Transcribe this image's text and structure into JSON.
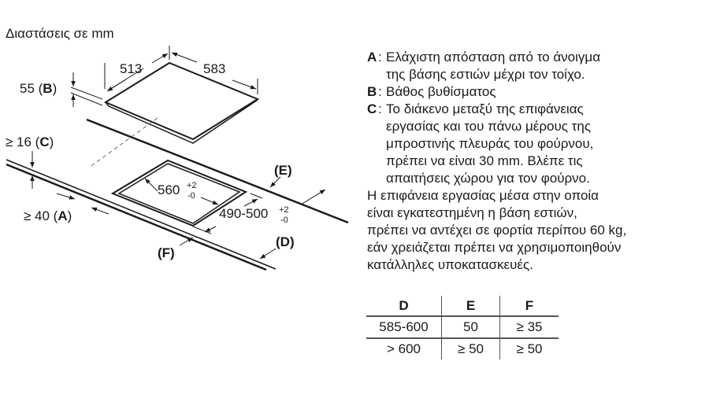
{
  "title": "Διαστάσεις σε mm",
  "diagram": {
    "hob_depth": "513",
    "hob_width": "583",
    "hob_height": "55 (",
    "hob_height_key": "B",
    "min_c": "≥ 16 (",
    "min_c_key": "C",
    "min_a": "≥ 40 (",
    "min_a_key": "A",
    "cutout_width": "560",
    "cutout_width_tol_plus": "+2",
    "cutout_width_tol_minus": "-0",
    "cutout_depth": "490-500",
    "cutout_depth_tol_plus": "+2",
    "cutout_depth_tol_minus": "-0",
    "label_e": "(E)",
    "label_d": "(D)",
    "label_f": "(F)",
    "close_paren": ")"
  },
  "notes": [
    {
      "key": "A",
      "lines": [
        "Ελάχιστη απόσταση από το άνοιγμα",
        "της βάσης εστιών μέχρι τον τοίχο."
      ]
    },
    {
      "key": "B",
      "lines": [
        "Βάθος βυθίσματος"
      ]
    },
    {
      "key": "C",
      "lines": [
        "Το διάκενο μεταξύ της επιφάνειας",
        "εργασίας και του πάνω μέρους της",
        "μπροστινής πλευράς του φούρνου,",
        "πρέπει να είναι 30 mm. Βλέπε τις",
        "απαιτήσεις χώρου για τον φούρνο."
      ]
    }
  ],
  "paragraph": [
    "Η επιφάνεια εργασίας μέσα στην οποία",
    "είναι εγκατεστημένη η βάση εστιών,",
    "πρέπει να αντέχει σε φορτία περίπου 60 kg,",
    "εάν χρειάζεται πρέπει να χρησιμοποιηθούν",
    "κατάλληλες υποκατασκευές."
  ],
  "table": {
    "headers": [
      "D",
      "E",
      "F"
    ],
    "rows": [
      [
        "585-600",
        "50",
        "≥ 35"
      ],
      [
        "> 600",
        "≥ 50",
        "≥ 50"
      ]
    ]
  }
}
